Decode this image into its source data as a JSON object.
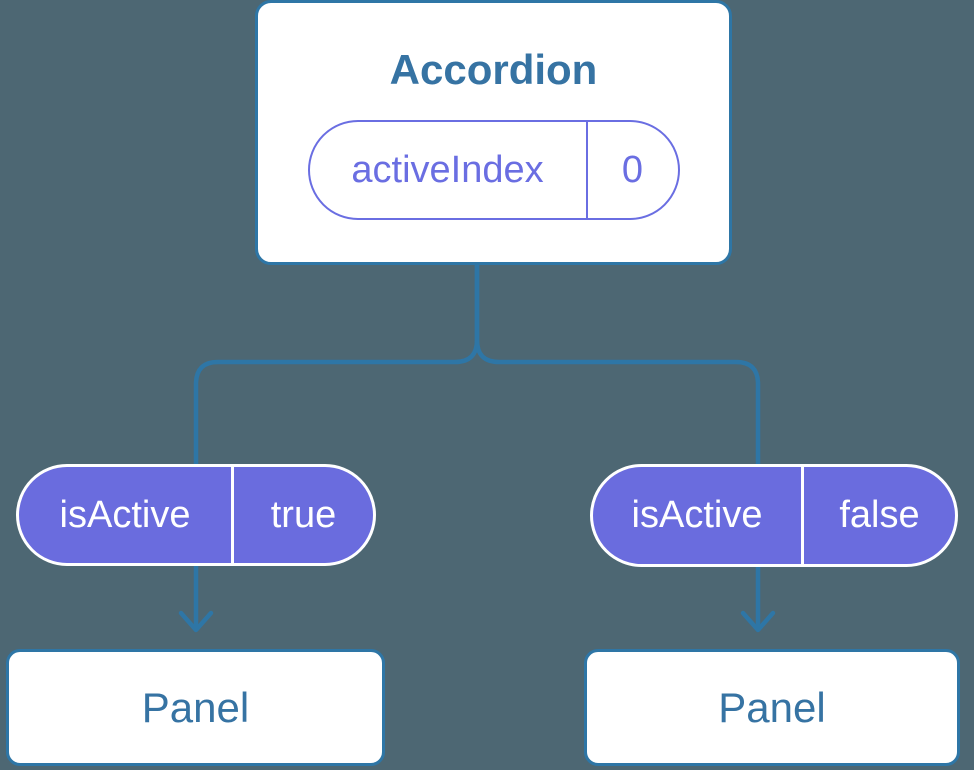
{
  "colors": {
    "background": "#4d6773",
    "connector_blue": "#2e76a6",
    "card_border": "#2e76a6",
    "title_text": "#3673a3",
    "prop_pill_fill": "#6a6cde",
    "prop_pill_text": "#ffffff",
    "state_pill_accent": "#6a6ee2"
  },
  "diagram": {
    "root": {
      "title": "Accordion",
      "state": {
        "name": "activeIndex",
        "value": "0"
      }
    },
    "children": [
      {
        "prop": {
          "name": "isActive",
          "value": "true"
        },
        "component": {
          "title": "Panel"
        }
      },
      {
        "prop": {
          "name": "isActive",
          "value": "false"
        },
        "component": {
          "title": "Panel"
        }
      }
    ]
  }
}
